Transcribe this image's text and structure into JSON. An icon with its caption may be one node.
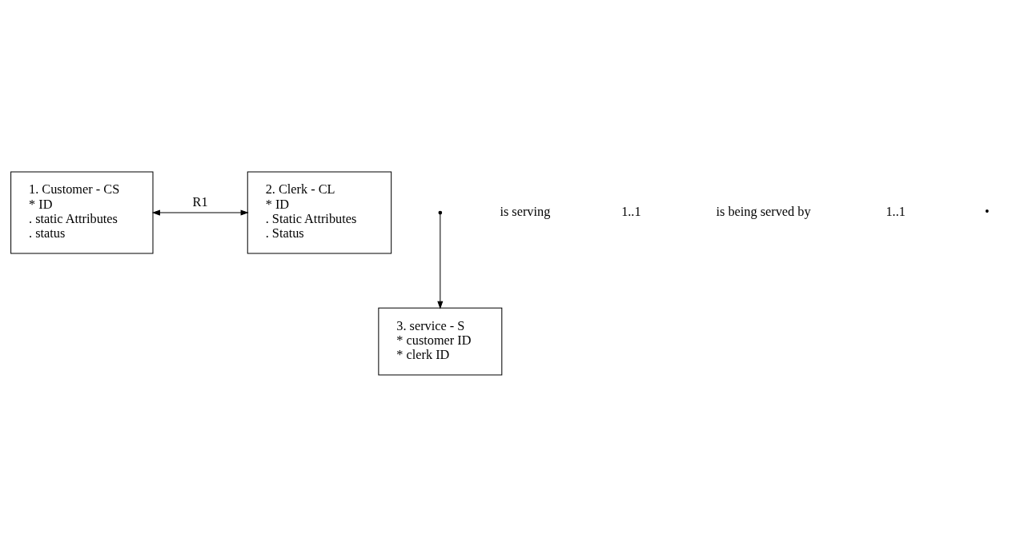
{
  "diagram": {
    "nodes": [
      {
        "text": [
          "1. Customer - CS",
          "* ID",
          ". static Attributes",
          ". status"
        ]
      },
      {
        "text": [
          "2. Clerk - CL",
          "* ID",
          ". Static Attributes",
          ". Status"
        ]
      },
      {
        "text": [
          "3. service - S",
          "* customer ID",
          "* clerk ID"
        ]
      }
    ],
    "edges": [
      {
        "from": 0,
        "to": 1,
        "arrow": "both",
        "label": "R1"
      },
      {
        "from": null,
        "to": 2,
        "arrow": "to"
      }
    ],
    "labels": [
      "is serving",
      "1..1",
      "is being served by",
      "1..1",
      "•"
    ]
  }
}
